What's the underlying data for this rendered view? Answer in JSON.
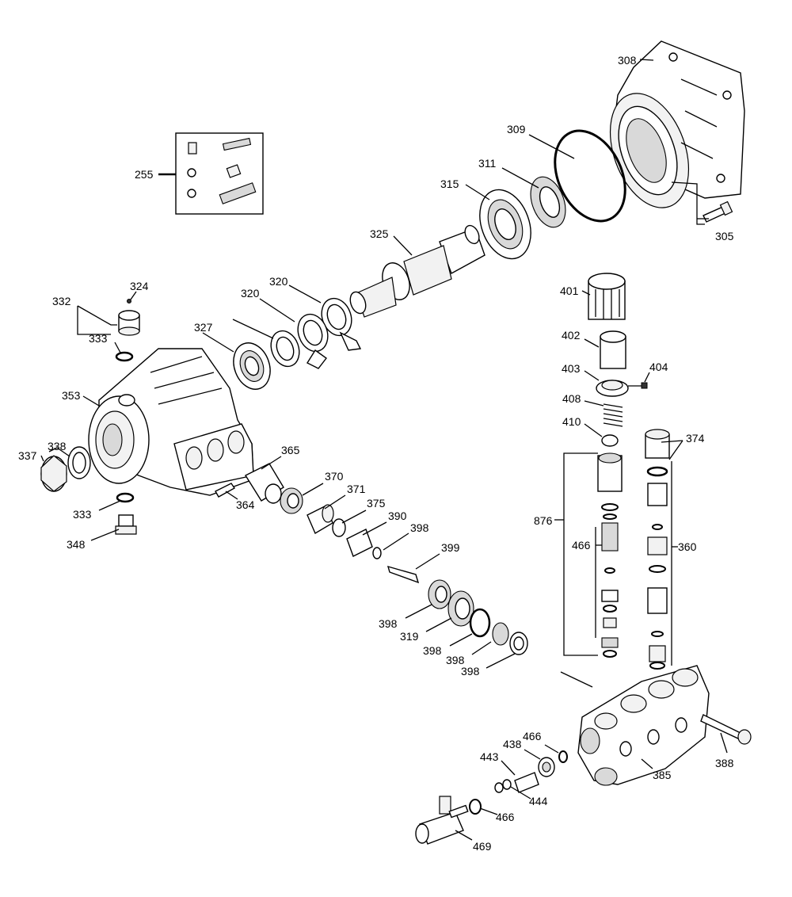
{
  "labels": [
    {
      "id": "308",
      "text": "308"
    },
    {
      "id": "309",
      "text": "309"
    },
    {
      "id": "311",
      "text": "311"
    },
    {
      "id": "315",
      "text": "315"
    },
    {
      "id": "305",
      "text": "305"
    },
    {
      "id": "255",
      "text": "255"
    },
    {
      "id": "325",
      "text": "325"
    },
    {
      "id": "324",
      "text": "324"
    },
    {
      "id": "332",
      "text": "332"
    },
    {
      "id": "320a",
      "text": "320"
    },
    {
      "id": "320b",
      "text": "320"
    },
    {
      "id": "333a",
      "text": "333"
    },
    {
      "id": "327",
      "text": "327"
    },
    {
      "id": "353",
      "text": "353"
    },
    {
      "id": "338",
      "text": "338"
    },
    {
      "id": "337",
      "text": "337"
    },
    {
      "id": "333b",
      "text": "333"
    },
    {
      "id": "348",
      "text": "348"
    },
    {
      "id": "365",
      "text": "365"
    },
    {
      "id": "364",
      "text": "364"
    },
    {
      "id": "370",
      "text": "370"
    },
    {
      "id": "371",
      "text": "371"
    },
    {
      "id": "375",
      "text": "375"
    },
    {
      "id": "390",
      "text": "390"
    },
    {
      "id": "398a",
      "text": "398"
    },
    {
      "id": "399",
      "text": "399"
    },
    {
      "id": "398b",
      "text": "398"
    },
    {
      "id": "319",
      "text": "319"
    },
    {
      "id": "398c",
      "text": "398"
    },
    {
      "id": "398d",
      "text": "398"
    },
    {
      "id": "398e",
      "text": "398"
    },
    {
      "id": "401",
      "text": "401"
    },
    {
      "id": "402",
      "text": "402"
    },
    {
      "id": "403",
      "text": "403"
    },
    {
      "id": "404",
      "text": "404"
    },
    {
      "id": "408",
      "text": "408"
    },
    {
      "id": "410",
      "text": "410"
    },
    {
      "id": "374",
      "text": "374"
    },
    {
      "id": "876",
      "text": "876"
    },
    {
      "id": "466a",
      "text": "466"
    },
    {
      "id": "360",
      "text": "360"
    },
    {
      "id": "466b",
      "text": "466"
    },
    {
      "id": "438",
      "text": "438"
    },
    {
      "id": "443",
      "text": "443"
    },
    {
      "id": "444",
      "text": "444"
    },
    {
      "id": "466c",
      "text": "466"
    },
    {
      "id": "469",
      "text": "469"
    },
    {
      "id": "385",
      "text": "385"
    },
    {
      "id": "388",
      "text": "388"
    }
  ]
}
